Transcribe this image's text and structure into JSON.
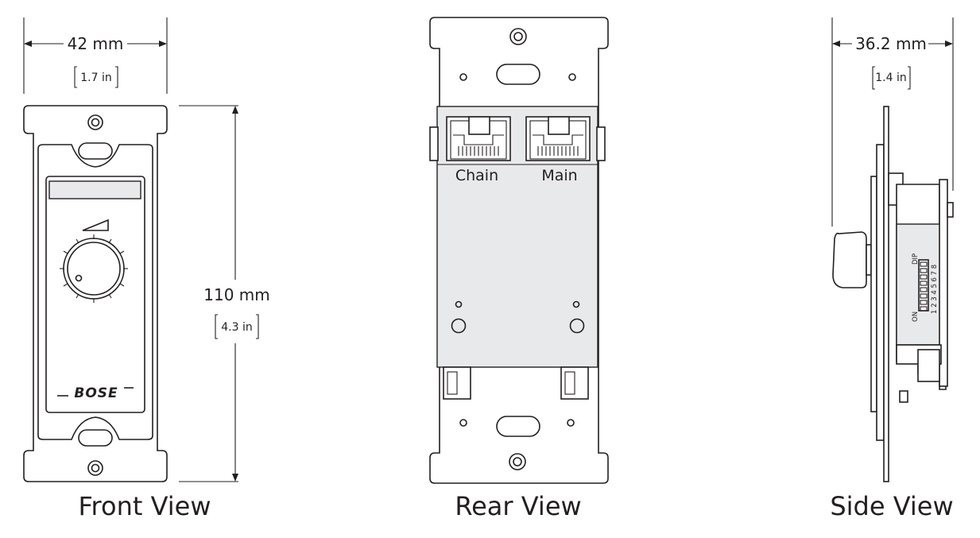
{
  "front": {
    "caption": "Front View",
    "width_mm": "42 mm",
    "width_in": "1.7 in",
    "height_mm": "110 mm",
    "height_in": "4.3 in",
    "logo": "BOSE"
  },
  "rear": {
    "caption": "Rear View",
    "port_left": "Chain",
    "port_right": "Main"
  },
  "side": {
    "caption": "Side View",
    "depth_mm": "36.2 mm",
    "depth_in": "1.4 in",
    "dip_label": "DIP",
    "on_label": "ON",
    "dip_numbers": "1 2 3 4 5 6 7 8"
  },
  "colors": {
    "line": "#231f20",
    "panel": "#e8e9ea",
    "background": "#ffffff"
  }
}
